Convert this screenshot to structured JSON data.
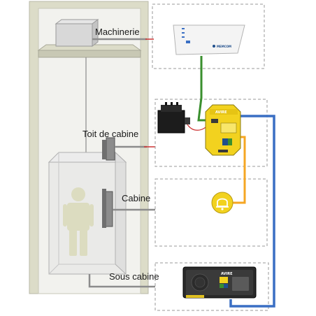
{
  "labels": {
    "machine_room": "Machinerie",
    "car_roof": "Toit de cabine",
    "car": "Cabine",
    "under_car": "Sous cabine"
  },
  "devices": {
    "ceiling_unit_brand": "AVIRE",
    "panel_brand": "AVIRE",
    "router_brand": "MEMCOM"
  },
  "colors": {
    "shaft_wall": "#dcdcc8",
    "shaft_interior": "#f0f0f0",
    "cable_green": "#3a8f2e",
    "cable_blue": "#3a6fc4",
    "cable_orange": "#f5a623",
    "cable_red": "#cc3333",
    "cable_grey": "#8c8c8c",
    "device_yellow": "#f2d21f",
    "dashed_border": "#9a9a9a"
  },
  "icons": {
    "alarm": "bell-icon",
    "person": "person-silhouette",
    "router": "router-device",
    "interface": "interface-module",
    "ceiling_unit": "emergency-phone-unit",
    "panel": "car-panel-intercom"
  }
}
